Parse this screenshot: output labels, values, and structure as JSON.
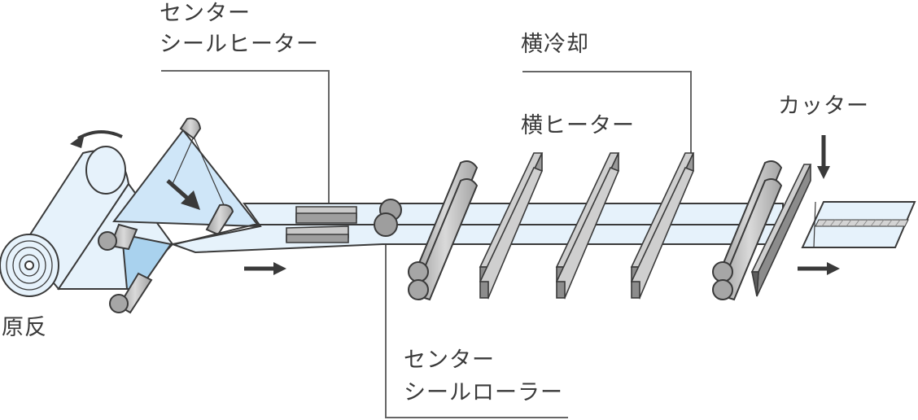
{
  "labels": {
    "center_seal_heater": [
      "センター",
      "シールヒーター"
    ],
    "cross_cooling": "横冷却",
    "cross_heater": "横ヒーター",
    "cutter": "カッター",
    "raw_roll": "原反",
    "center_seal_roller": [
      "センター",
      "シールローラー"
    ]
  },
  "colors": {
    "line": "#3a3a3a",
    "film_light": "#e6f2fb",
    "film_mid": "#cfe6f8",
    "film_dark": "#a9d2ee",
    "metal": "#b9b9b9",
    "metal_dark": "#8c8c8c"
  }
}
